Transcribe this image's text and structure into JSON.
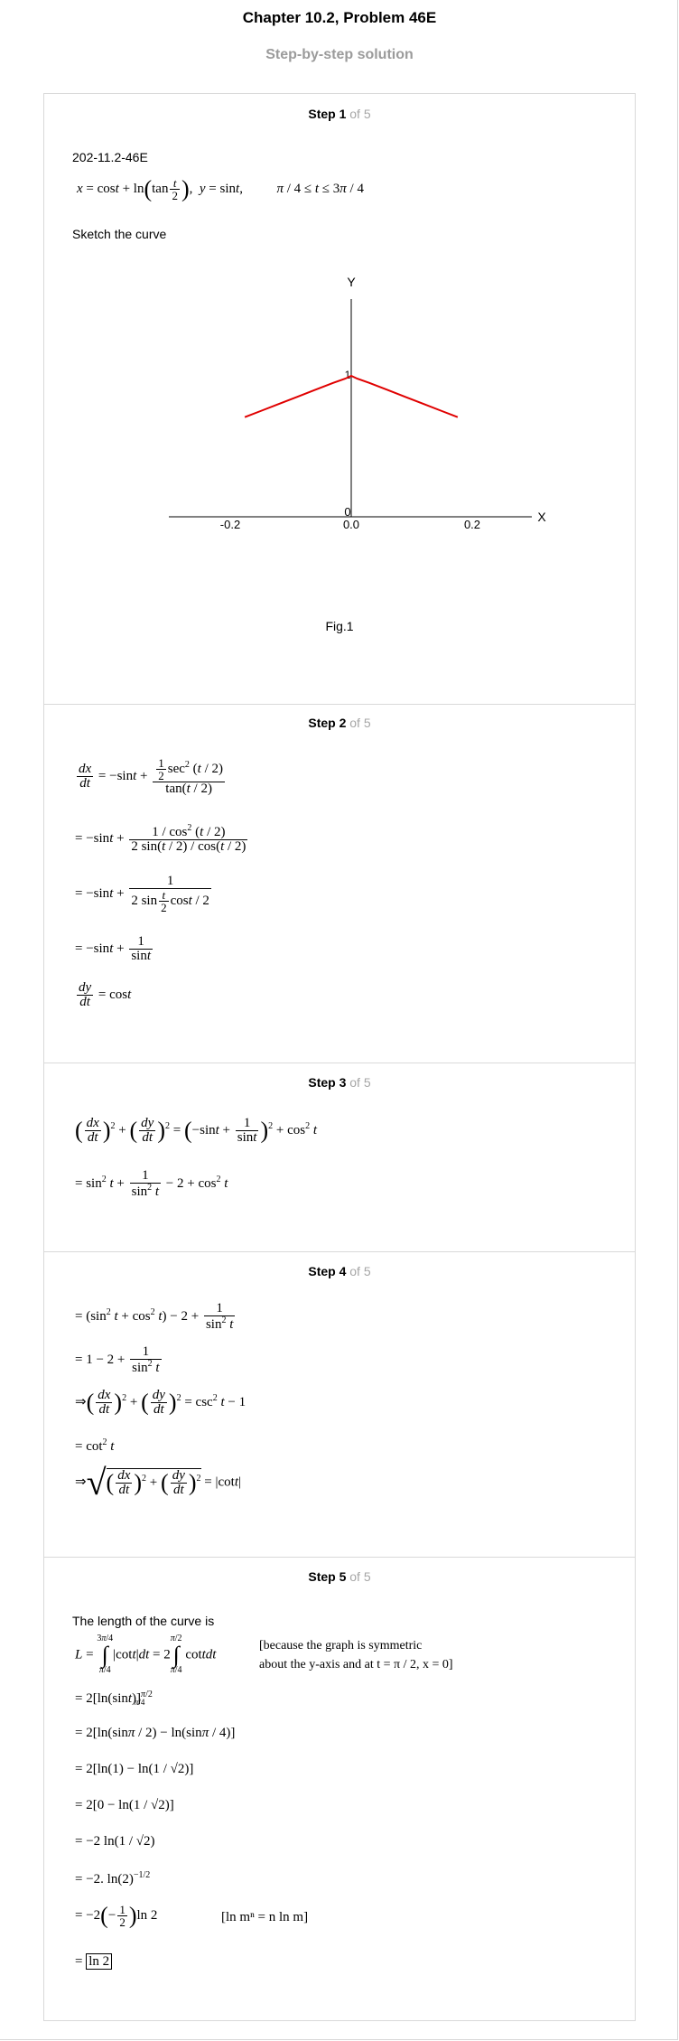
{
  "header": {
    "title": "Chapter 10.2, Problem 46E",
    "subtitle": "Step-by-step solution"
  },
  "steps": [
    {
      "label": "Step 1",
      "of": "of 5"
    },
    {
      "label": "Step 2",
      "of": "of 5"
    },
    {
      "label": "Step 3",
      "of": "of 5"
    },
    {
      "label": "Step 4",
      "of": "of 5"
    },
    {
      "label": "Step 5",
      "of": "of 5"
    }
  ],
  "step1": {
    "problem_id": "202-11.2-46E",
    "instruction": "Sketch the curve",
    "figure_caption": "Fig.1"
  },
  "step5": {
    "intro": "The length of the curve is",
    "note_line1": "[because the graph is symmetric",
    "note_line2": "about the y-axis and at t = π / 2, x = 0]",
    "log_rule": "[ln mⁿ = n ln m]",
    "answer": "ln 2"
  },
  "chart_data": {
    "type": "line",
    "title": "",
    "xlabel": "X",
    "ylabel": "Y",
    "x_ticks": [
      "-0.2",
      "0.0",
      "0.2"
    ],
    "y_ticks": [
      "0",
      "1"
    ],
    "xlim": [
      -0.3,
      0.3
    ],
    "ylim": [
      0,
      1.6
    ],
    "grid": false,
    "series": [
      {
        "color": "#e00000",
        "x": [
          -0.176,
          -0.15,
          -0.12,
          -0.09,
          -0.06,
          -0.03,
          -0.01,
          0.0,
          0.01,
          0.03,
          0.06,
          0.09,
          0.12,
          0.15,
          0.176
        ],
        "y": [
          0.707,
          0.75,
          0.8,
          0.85,
          0.9,
          0.95,
          0.98,
          1.0,
          0.98,
          0.95,
          0.9,
          0.85,
          0.8,
          0.75,
          0.707
        ]
      }
    ]
  }
}
